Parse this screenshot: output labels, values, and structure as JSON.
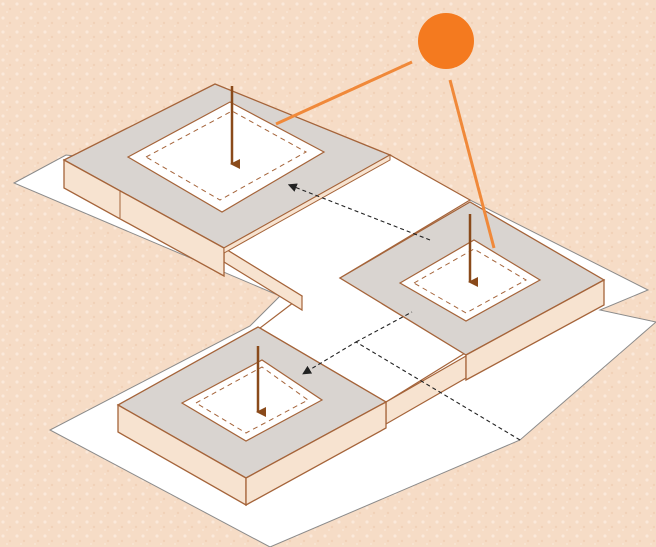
{
  "diagram": {
    "description_text": "",
    "colors": {
      "background": "#f6dcc6",
      "background_speckle": "#fbe9da",
      "ground_sheet": "#ffffff",
      "block_top_fill": "#d9d4d0",
      "block_side_fill": "#f7e3d0",
      "outline": "#a5643a",
      "sun": "#f47a1f",
      "sun_ray": "#f0893a",
      "down_arrow": "#8a4a1a",
      "airflow_arrow": "#222222",
      "courtyard_fill": "#ffffff",
      "courtyard_dash": "#a5643a"
    },
    "elements": {
      "sun": "sun-icon",
      "sun_rays": [
        "sun-ray-to-upper-courtyard",
        "sun-ray-to-right-courtyard"
      ],
      "blocks": [
        "upper-left-block",
        "right-block",
        "lower-left-block",
        "connector-walkway"
      ],
      "courtyards": [
        "upper-left-courtyard",
        "right-courtyard",
        "lower-left-courtyard"
      ],
      "down_arrows": [
        "down-arrow-upper-left",
        "down-arrow-right",
        "down-arrow-lower-left"
      ],
      "airflow_arrows": [
        "airflow-arrow-upper",
        "airflow-arrow-lower"
      ]
    }
  }
}
